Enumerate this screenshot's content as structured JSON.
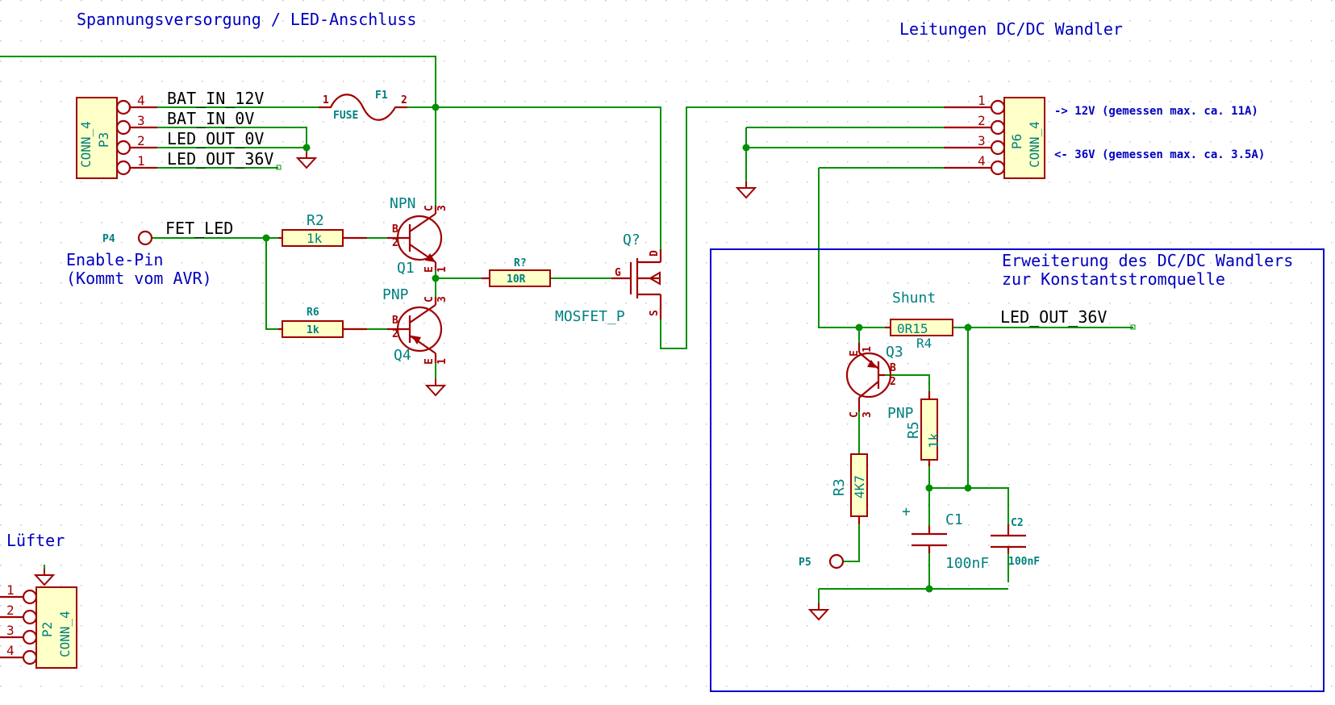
{
  "texts": {
    "title_power": "Spannungsversorgung / LED-Anschluss",
    "title_dcdc": "Leitungen DC/DC Wandler",
    "note_12v": "-> 12V  (gemessen max. ca. 11A)",
    "note_36v": "<- 36V (gemessen max. ca. 3.5A)",
    "ext_title_1": "Erweiterung des DC/DC Wandlers",
    "ext_title_2": "zur Konstantstromquelle",
    "enable_1": "Enable-Pin",
    "enable_2": "(Kommt vom AVR)",
    "fan": "Lüfter"
  },
  "nets": {
    "bat_in_12v": "BAT_IN_12V",
    "bat_in_0v": "BAT_IN_0V",
    "led_out_0v": "LED_OUT_0V",
    "led_out_36v": "LED_OUT_36V",
    "fet_led": "FET_LED",
    "led_out_36v_r": "LED_OUT_36V"
  },
  "components": {
    "p3": {
      "ref": "P3",
      "value": "CONN_4"
    },
    "p6": {
      "ref": "P6",
      "value": "CONN_4"
    },
    "p2": {
      "ref": "P2",
      "value": "CONN_4"
    },
    "p4": {
      "ref": "P4"
    },
    "p5": {
      "ref": "P5"
    },
    "f1": {
      "ref": "F1",
      "value": "FUSE"
    },
    "r2": {
      "ref": "R2",
      "value": "1k"
    },
    "r6": {
      "ref": "R6",
      "value": "1k"
    },
    "rq": {
      "ref": "R?",
      "value": "10R"
    },
    "q1": {
      "ref": "Q1",
      "value": "NPN"
    },
    "q4": {
      "ref": "Q4",
      "value": "PNP"
    },
    "qp": {
      "ref": "Q?",
      "value": "MOSFET_P"
    },
    "r4": {
      "ref": "R4",
      "value": "0R15",
      "label": "Shunt"
    },
    "q3": {
      "ref": "Q3",
      "value": "PNP"
    },
    "r5": {
      "ref": "R5",
      "value": "1k"
    },
    "r3": {
      "ref": "R3",
      "value": "4K7"
    },
    "c1": {
      "ref": "C1",
      "value": "100nF"
    },
    "c2": {
      "ref": "C2",
      "value": "100nF"
    }
  },
  "pin_labels": {
    "one": "1",
    "two": "2",
    "three": "3",
    "four": "4",
    "b": "B",
    "c": "C",
    "e": "E",
    "g": "G",
    "d": "D",
    "s": "S",
    "plus": "+"
  },
  "colors": {
    "wire": "#009000",
    "component": "#a00000",
    "component_fill": "#ffffc8",
    "reference": "#008080",
    "annotation": "#0000c0",
    "grid_dot": "#c8c8c8"
  }
}
